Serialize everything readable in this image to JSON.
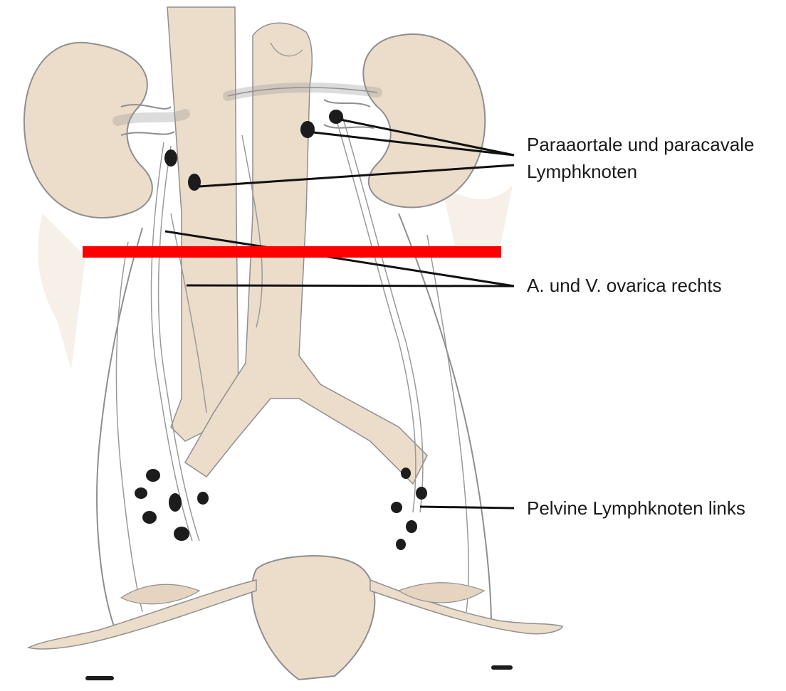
{
  "labels": {
    "paraaortal_line1": "Paraaortale und paracavale",
    "paraaortal_line2": "Lymphknoten",
    "ovarica": "A. und V. ovarica rechts",
    "pelvine": "Pelvine Lymphknoten links"
  },
  "colors": {
    "tissue": "#ecdccb",
    "tissue_dark": "#d9c5b0",
    "outline": "#8f8f8f",
    "vessel": "#f3eae0",
    "node": "#1c1c1c",
    "leader": "#111111",
    "marker": "#ff0000"
  }
}
